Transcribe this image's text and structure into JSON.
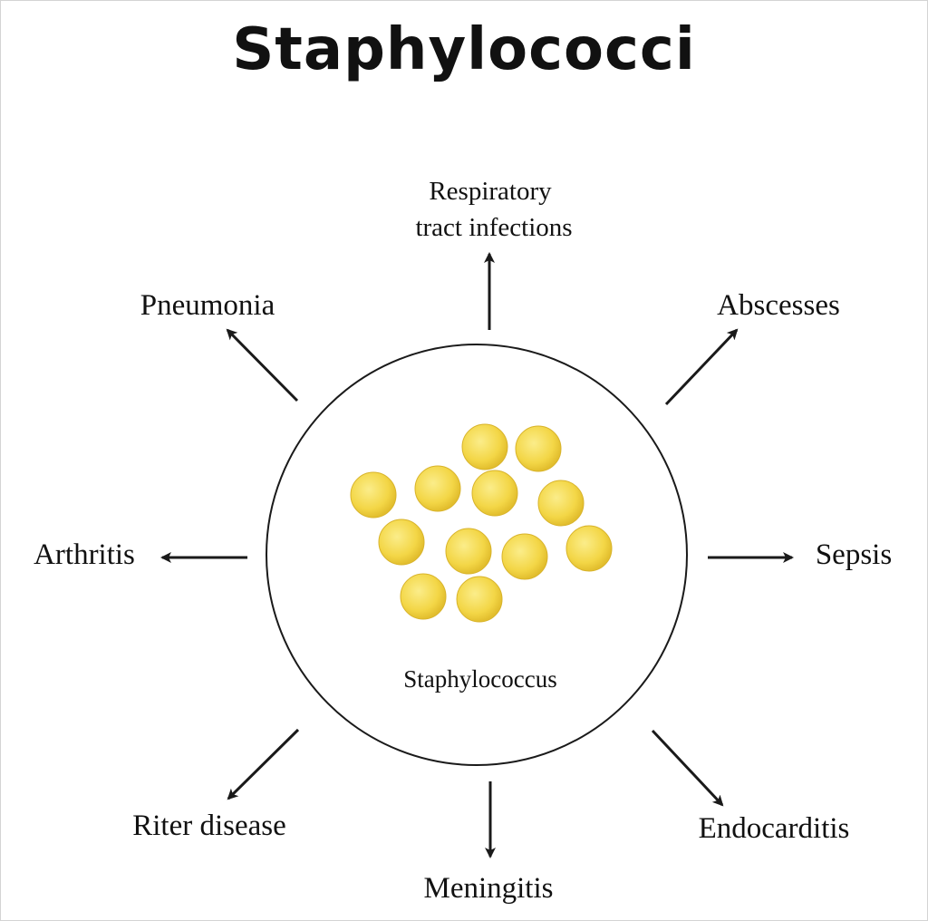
{
  "title": "Staphylococci",
  "center_label": "Staphylococcus",
  "colors": {
    "text": "#111111",
    "arrow": "#1a1a1a",
    "coccus_fill": "#f3d646",
    "coccus_highlight": "#fbed8a",
    "coccus_edge": "#d8b32a"
  },
  "conditions": {
    "respiratory_line1": "Respiratory",
    "respiratory_line2": "tract infections",
    "pneumonia": "Pneumonia",
    "abscesses": "Abscesses",
    "arthritis": "Arthritis",
    "sepsis": "Sepsis",
    "riter": "Riter disease",
    "meningitis": "Meningitis",
    "endocarditis": "Endocarditis"
  }
}
